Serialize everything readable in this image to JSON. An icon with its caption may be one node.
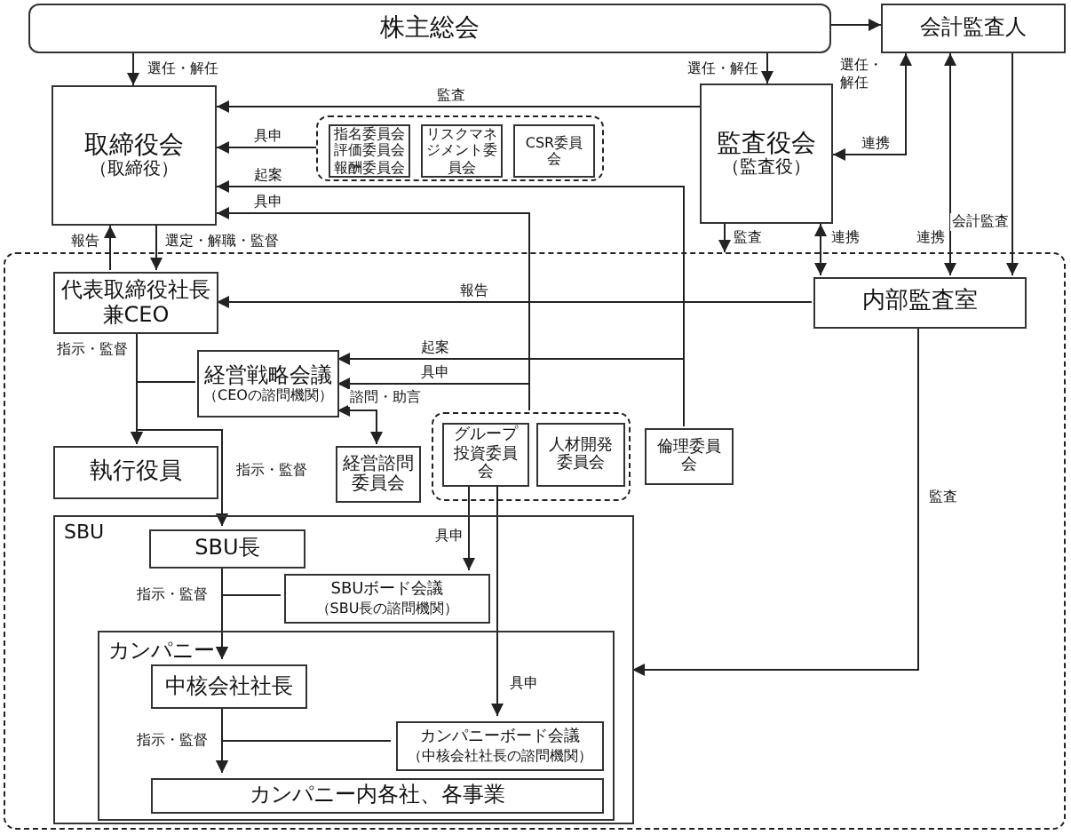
{
  "diagram": {
    "nodes": [
      {
        "text": [
          "株主総会"
        ]
      },
      {
        "text": [
          "会計監査人"
        ]
      },
      {
        "text": [
          "取締役会",
          "（取締役）"
        ]
      },
      {
        "text": [],
        "shape": "box"
      },
      {
        "text": [
          "指名委員会",
          "評価委員会",
          "報酬委員会"
        ],
        "in": 3
      },
      {
        "text": [
          "リスクマネジメント委員会"
        ],
        "in": 3
      },
      {
        "text": [
          "CSR委員会"
        ],
        "in": 3
      },
      {
        "text": [
          "監査役会",
          "（監査役）"
        ]
      },
      {
        "text": [],
        "shape": "box"
      },
      {
        "text": [
          "代表取締役社長兼CEO"
        ],
        "in": 8
      },
      {
        "text": [
          "内部監査室"
        ],
        "in": 8
      },
      {
        "text": [
          "経営戦略会議",
          "（CEOの諮問機関）"
        ],
        "in": 8
      },
      {
        "text": [
          "執行役員"
        ],
        "in": 8
      },
      {
        "text": [
          "経営諮問委員会"
        ],
        "in": 8
      },
      {
        "text": [],
        "shape": "box",
        "in": 8
      },
      {
        "text": [
          "グループ投資委員会"
        ],
        "in": 14
      },
      {
        "text": [
          "人材開発委員会"
        ],
        "in": 14
      },
      {
        "text": [
          "倫理委員会"
        ],
        "in": 8
      },
      {
        "text": [
          "SBU"
        ],
        "in": 8
      },
      {
        "text": [
          "SBU長"
        ],
        "in": 18
      },
      {
        "text": [
          "SBUボード会議",
          "（SBU長の諮問機関）"
        ],
        "in": 18
      },
      {
        "text": [
          "カンパニー"
        ],
        "in": 18
      },
      {
        "text": [
          "中核会社社長"
        ],
        "in": 21
      },
      {
        "text": [
          "カンパニーボード会議",
          "（中核会社社長の諮問機関）"
        ],
        "in": 21
      },
      {
        "text": [
          "カンパニー内各社、各事業"
        ],
        "in": 21
      }
    ],
    "edges": [
      {
        "from": 0,
        "to": 2,
        "arrow": "to",
        "label": "選任・解任"
      },
      {
        "from": 0,
        "to": 7,
        "arrow": "to",
        "label": "選任・解任"
      },
      {
        "from": 0,
        "to": 1,
        "arrow": "to",
        "label": "選任・解任"
      },
      {
        "from": 7,
        "to": 2,
        "arrow": "to",
        "label": "監査"
      },
      {
        "from": 3,
        "to": 2,
        "arrow": "to",
        "label": "具申"
      },
      {
        "from": 17,
        "to": 2,
        "arrow": "to",
        "label": "起案"
      },
      {
        "from": 14,
        "to": 2,
        "arrow": "to",
        "label": "具申"
      },
      {
        "from": 7,
        "to": 1,
        "arrow": "both",
        "label": "連携"
      },
      {
        "from": 9,
        "to": 2,
        "arrow": "to",
        "label": "報告"
      },
      {
        "from": 2,
        "to": 9,
        "arrow": "to",
        "label": "選定・解職・監督"
      },
      {
        "from": 7,
        "to": 8,
        "arrow": "to",
        "label": "監査"
      },
      {
        "from": 10,
        "to": 7,
        "arrow": "both",
        "label": "連携"
      },
      {
        "from": 10,
        "to": 1,
        "arrow": "both",
        "label": "連携"
      },
      {
        "from": 1,
        "to": 10,
        "arrow": "to",
        "label": "会計監査"
      },
      {
        "from": 10,
        "to": 9,
        "arrow": "to",
        "label": "報告"
      },
      {
        "from": 17,
        "to": 11,
        "arrow": "to",
        "label": "起案"
      },
      {
        "from": 14,
        "to": 11,
        "arrow": "to",
        "label": "具申"
      },
      {
        "from": 11,
        "to": 13,
        "arrow": "both",
        "label": "諮問・助言"
      },
      {
        "from": 9,
        "to": 12,
        "arrow": "to",
        "label": "指示・監督"
      },
      {
        "from": 11,
        "to": 12,
        "arrow": "to"
      },
      {
        "from": 9,
        "to": 19,
        "arrow": "to",
        "label": "指示・監督"
      },
      {
        "from": 11,
        "to": 19,
        "arrow": "to"
      },
      {
        "from": 15,
        "to": 20,
        "arrow": "to",
        "label": "具申"
      },
      {
        "from": 15,
        "to": 23,
        "arrow": "to",
        "label": "具申"
      },
      {
        "from": 10,
        "to": 18,
        "arrow": "to",
        "label": "監査"
      },
      {
        "from": 19,
        "to": 22,
        "arrow": "to",
        "label": "指示・監督"
      },
      {
        "from": 20,
        "to": 22,
        "arrow": "to"
      },
      {
        "from": 22,
        "to": 24,
        "arrow": "to",
        "label": "指示・監督"
      },
      {
        "from": 23,
        "to": 24,
        "arrow": "to"
      }
    ]
  }
}
